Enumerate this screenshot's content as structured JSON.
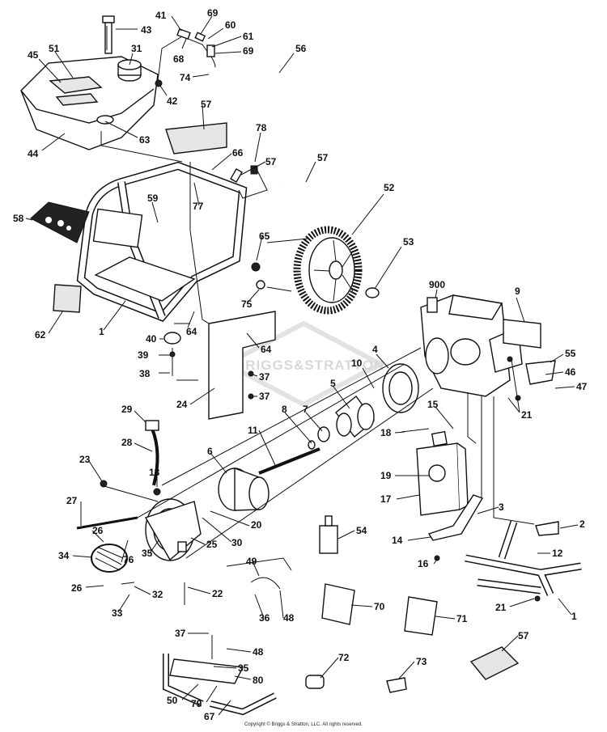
{
  "diagram": {
    "watermark_text": "BRIGGS&STRATTON",
    "copyright": "Copyright © Briggs & Stratton, LLC. All rights reserved.",
    "callouts": [
      {
        "id": "c43",
        "label": "43"
      },
      {
        "id": "c41",
        "label": "41"
      },
      {
        "id": "c69a",
        "label": "69"
      },
      {
        "id": "c60",
        "label": "60"
      },
      {
        "id": "c61",
        "label": "61"
      },
      {
        "id": "c69b",
        "label": "69"
      },
      {
        "id": "c68",
        "label": "68"
      },
      {
        "id": "c74",
        "label": "74"
      },
      {
        "id": "c56",
        "label": "56"
      },
      {
        "id": "c45",
        "label": "45"
      },
      {
        "id": "c51",
        "label": "51"
      },
      {
        "id": "c31",
        "label": "31"
      },
      {
        "id": "c42",
        "label": "42"
      },
      {
        "id": "c63",
        "label": "63"
      },
      {
        "id": "c44",
        "label": "44"
      },
      {
        "id": "c57a",
        "label": "57"
      },
      {
        "id": "c78",
        "label": "78"
      },
      {
        "id": "c66",
        "label": "66"
      },
      {
        "id": "c57b",
        "label": "57"
      },
      {
        "id": "c57c",
        "label": "57"
      },
      {
        "id": "c77",
        "label": "77"
      },
      {
        "id": "c52",
        "label": "52"
      },
      {
        "id": "c59",
        "label": "59"
      },
      {
        "id": "c58",
        "label": "58"
      },
      {
        "id": "c65",
        "label": "65"
      },
      {
        "id": "c53",
        "label": "53"
      },
      {
        "id": "c900",
        "label": "900"
      },
      {
        "id": "c9",
        "label": "9"
      },
      {
        "id": "c62",
        "label": "62"
      },
      {
        "id": "c1a",
        "label": "1"
      },
      {
        "id": "c75",
        "label": "75"
      },
      {
        "id": "c40",
        "label": "40"
      },
      {
        "id": "c64a",
        "label": "64"
      },
      {
        "id": "c64b",
        "label": "64"
      },
      {
        "id": "c39",
        "label": "39"
      },
      {
        "id": "c38",
        "label": "38"
      },
      {
        "id": "c37a",
        "label": "37"
      },
      {
        "id": "c4",
        "label": "4"
      },
      {
        "id": "c10",
        "label": "10"
      },
      {
        "id": "c55",
        "label": "55"
      },
      {
        "id": "c46",
        "label": "46"
      },
      {
        "id": "c47",
        "label": "47"
      },
      {
        "id": "c24",
        "label": "24"
      },
      {
        "id": "c37b",
        "label": "37"
      },
      {
        "id": "c5",
        "label": "5"
      },
      {
        "id": "c21a",
        "label": "21"
      },
      {
        "id": "c29",
        "label": "29"
      },
      {
        "id": "c8",
        "label": "8"
      },
      {
        "id": "c7",
        "label": "7"
      },
      {
        "id": "c15",
        "label": "15"
      },
      {
        "id": "c11",
        "label": "11"
      },
      {
        "id": "c18",
        "label": "18"
      },
      {
        "id": "c28",
        "label": "28"
      },
      {
        "id": "c6",
        "label": "6"
      },
      {
        "id": "c19",
        "label": "19"
      },
      {
        "id": "c23",
        "label": "23"
      },
      {
        "id": "c13",
        "label": "13"
      },
      {
        "id": "c17",
        "label": "17"
      },
      {
        "id": "c3",
        "label": "3"
      },
      {
        "id": "c27",
        "label": "27"
      },
      {
        "id": "c20",
        "label": "20"
      },
      {
        "id": "c2",
        "label": "2"
      },
      {
        "id": "c26a",
        "label": "26"
      },
      {
        "id": "c54",
        "label": "54"
      },
      {
        "id": "c14",
        "label": "14"
      },
      {
        "id": "c30",
        "label": "30"
      },
      {
        "id": "c25",
        "label": "25"
      },
      {
        "id": "c35a",
        "label": "35"
      },
      {
        "id": "c76",
        "label": "76"
      },
      {
        "id": "c12",
        "label": "12"
      },
      {
        "id": "c34",
        "label": "34"
      },
      {
        "id": "c16",
        "label": "16"
      },
      {
        "id": "c49",
        "label": "49"
      },
      {
        "id": "c26b",
        "label": "26"
      },
      {
        "id": "c32",
        "label": "32"
      },
      {
        "id": "c22",
        "label": "22"
      },
      {
        "id": "c21b",
        "label": "21"
      },
      {
        "id": "c1b",
        "label": "1"
      },
      {
        "id": "c70",
        "label": "70"
      },
      {
        "id": "c71",
        "label": "71"
      },
      {
        "id": "c33",
        "label": "33"
      },
      {
        "id": "c36",
        "label": "36"
      },
      {
        "id": "c48a",
        "label": "48"
      },
      {
        "id": "c37c",
        "label": "37"
      },
      {
        "id": "c48b",
        "label": "48"
      },
      {
        "id": "c57d",
        "label": "57"
      },
      {
        "id": "c72",
        "label": "72"
      },
      {
        "id": "c73",
        "label": "73"
      },
      {
        "id": "c35b",
        "label": "35"
      },
      {
        "id": "c80",
        "label": "80"
      },
      {
        "id": "c50",
        "label": "50"
      },
      {
        "id": "c79",
        "label": "79"
      },
      {
        "id": "c67",
        "label": "67"
      }
    ]
  }
}
